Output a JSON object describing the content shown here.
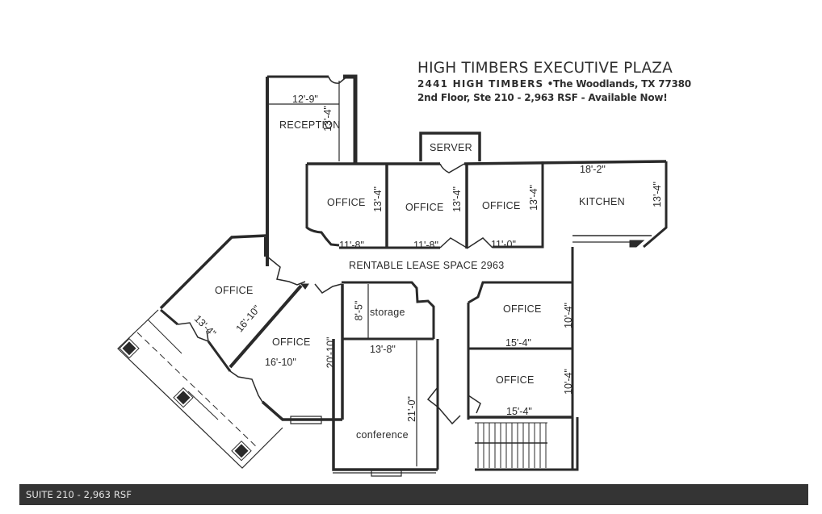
{
  "title_block": {
    "building_name": "HIGH TIMBERS EXECUTIVE PLAZA",
    "street": "2441 HIGH TIMBERS",
    "city": "•The Woodlands, TX 77380",
    "suite_line": "2nd Floor, Ste 210 - 2,963 RSF - Available Now!"
  },
  "caption": {
    "text": "SUITE 210 - 2,963 RSF"
  },
  "rooms": {
    "reception": {
      "label": "RECEPTION",
      "width": "12'-9\"",
      "depth": "13'-4\""
    },
    "server": {
      "label": "SERVER"
    },
    "office_1": {
      "label": "OFFICE",
      "width": "11'-8\"",
      "depth": "13'-4\""
    },
    "office_2": {
      "label": "OFFICE",
      "width": "11'-8\"",
      "depth": "13'-4\""
    },
    "office_3": {
      "label": "OFFICE",
      "width": "11'-0\"",
      "depth": "13'-4\""
    },
    "kitchen": {
      "label": "KITCHEN",
      "width": "18'-2\"",
      "depth": "13'-4\""
    },
    "common": {
      "label": "RENTABLE LEASE SPACE 2963"
    },
    "office_angled_upper": {
      "label": "OFFICE",
      "width": "13'-4\"",
      "depth": "16'-10\""
    },
    "office_angled_lower": {
      "label": "OFFICE",
      "width": "16'-10\"",
      "depth": "20'-10\""
    },
    "storage": {
      "label": "storage",
      "depth": "8'-5\""
    },
    "conference": {
      "label": "conference",
      "width": "13'-8\"",
      "depth": "21'-0\""
    },
    "office_right_upper": {
      "label": "OFFICE",
      "width": "15'-4\"",
      "depth": "10'-4\""
    },
    "office_right_lower": {
      "label": "OFFICE",
      "width": "15'-4\"",
      "depth": "10'-4\""
    }
  },
  "colors": {
    "wall": "#2a2a2a",
    "background": "#ffffff",
    "caption_bar": "#343434",
    "caption_text": "#e6e6e6"
  }
}
